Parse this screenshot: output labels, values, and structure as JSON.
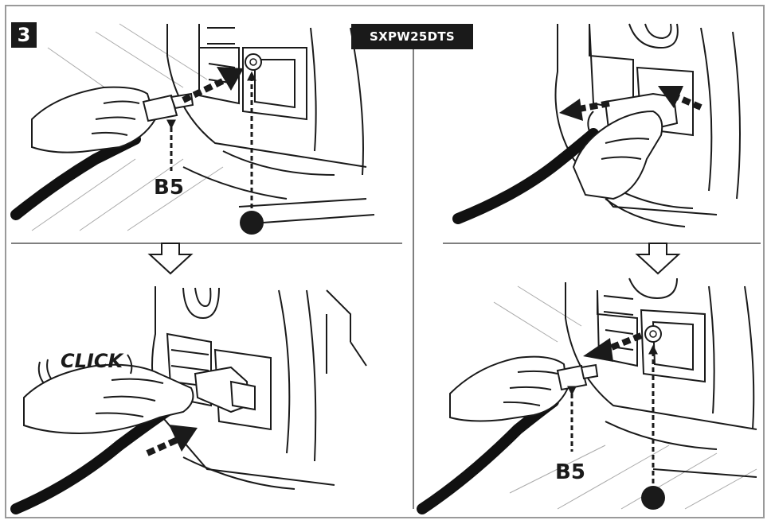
{
  "figure": {
    "step_number": "3",
    "model_label": "SXPW25DTS",
    "panels": [
      {
        "callouts": [
          "B5"
        ]
      },
      {
        "callouts": []
      },
      {
        "callouts": [],
        "sound_text": "CLICK"
      },
      {
        "callouts": [
          "B5"
        ]
      }
    ]
  },
  "colors": {
    "line": "#1a1a1a",
    "light_line": "#9a9a9a",
    "background": "#ffffff"
  },
  "icons": [
    "hand-icon",
    "hose-icon",
    "insert-arrow-icon",
    "remove-arrow-icon",
    "next-step-arrow-icon",
    "pointer-dot-icon"
  ]
}
